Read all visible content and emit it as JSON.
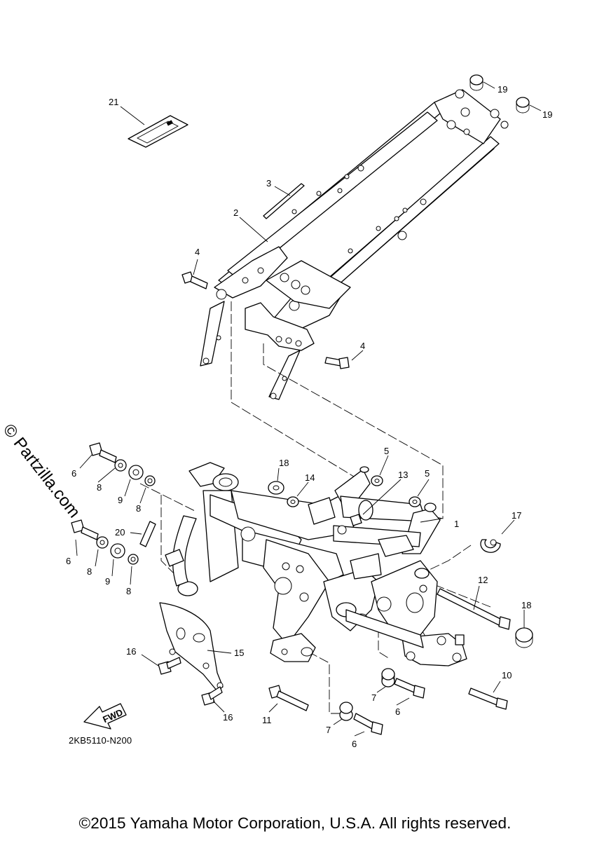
{
  "callouts": [
    {
      "n": "1"
    },
    {
      "n": "2"
    },
    {
      "n": "3"
    },
    {
      "n": "4"
    },
    {
      "n": "4"
    },
    {
      "n": "5"
    },
    {
      "n": "5"
    },
    {
      "n": "6"
    },
    {
      "n": "6"
    },
    {
      "n": "6"
    },
    {
      "n": "6"
    },
    {
      "n": "7"
    },
    {
      "n": "7"
    },
    {
      "n": "8"
    },
    {
      "n": "8"
    },
    {
      "n": "8"
    },
    {
      "n": "8"
    },
    {
      "n": "9"
    },
    {
      "n": "9"
    },
    {
      "n": "10"
    },
    {
      "n": "11"
    },
    {
      "n": "12"
    },
    {
      "n": "13"
    },
    {
      "n": "14"
    },
    {
      "n": "15"
    },
    {
      "n": "16"
    },
    {
      "n": "16"
    },
    {
      "n": "17"
    },
    {
      "n": "18"
    },
    {
      "n": "18"
    },
    {
      "n": "19"
    },
    {
      "n": "19"
    },
    {
      "n": "20"
    },
    {
      "n": "21"
    }
  ],
  "fwd_label": "FWD",
  "diagram_code": "2KB5110-N200",
  "watermark": "© Partzilla.com",
  "copyright": "©2015 Yamaha Motor Corporation, U.S.A. All rights reserved."
}
